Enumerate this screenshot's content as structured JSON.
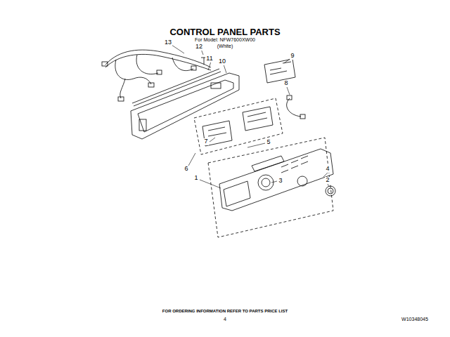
{
  "diagram": {
    "title": "CONTROL PANEL PARTS",
    "labels": [
      "For Model: NFW7600XW00",
      "(White)",
      "13",
      "12",
      "11",
      "10",
      "9",
      "8",
      "7",
      "5",
      "6",
      "1",
      "3",
      "4",
      "2",
      "FOR ORDERING INFORMATION REFER TO PARTS PRICE LIST",
      "4",
      "W10348045"
    ]
  }
}
